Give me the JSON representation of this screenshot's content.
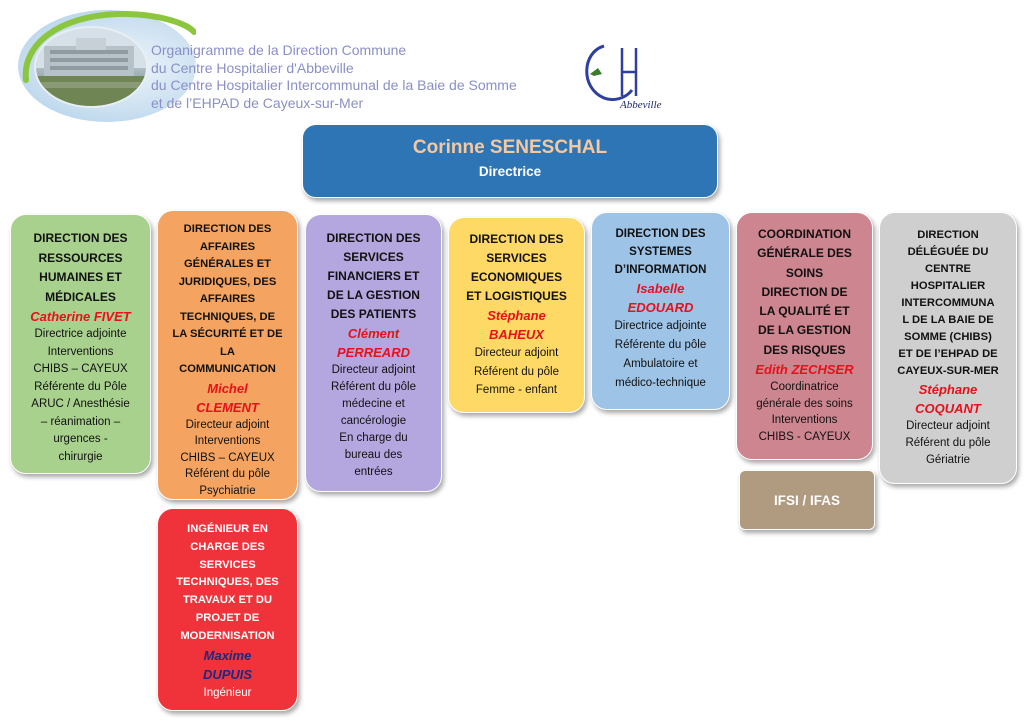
{
  "header": {
    "title_lines": [
      "Organigramme de la Direction Commune",
      "du Centre Hospitalier d'Abbeville",
      "du Centre Hospitalier Intercommunal de la Baie de Somme",
      "et de l’EHPAD de Cayeux-sur-Mer"
    ],
    "logo_text": "Abbeville",
    "colors": {
      "title": "#8a8fc7"
    }
  },
  "director": {
    "name": "Corinne SENESCHAL",
    "title": "Directrice",
    "color": "#2e75b6"
  },
  "boxes": [
    {
      "id": "rh",
      "color": "#a9d18e",
      "heading": [
        "DIRECTION DES",
        "RESSOURCES",
        "HUMAINES ET",
        "MÉDICALES"
      ],
      "name": [
        "Catherine FIVET"
      ],
      "details": [
        "Directrice adjointe",
        "Interventions",
        "CHIBS – CAYEUX",
        "Référente du Pôle",
        "ARUC / Anesthésie",
        "– réanimation –",
        "urgences -",
        "chirurgie"
      ]
    },
    {
      "id": "affaires-generales",
      "color": "#f4a460",
      "heading": [
        "DIRECTION DES",
        "AFFAIRES",
        "GÉNÉRALES ET",
        "JURIDIQUES, DES",
        "AFFAIRES",
        "TECHNIQUES, DE",
        "LA SÉCURITÉ ET DE",
        "LA",
        "COMMUNICATION"
      ],
      "name": [
        "Michel",
        "CLEMENT"
      ],
      "details": [
        "Directeur adjoint",
        "Interventions",
        "CHIBS – CAYEUX",
        "Référent du pôle",
        "Psychiatrie"
      ]
    },
    {
      "id": "finances",
      "color": "#b4a7e0",
      "heading": [
        "DIRECTION DES",
        "SERVICES",
        "FINANCIERS ET",
        "DE LA GESTION",
        "DES PATIENTS"
      ],
      "name": [
        "Clément",
        "PERREARD"
      ],
      "details": [
        "Directeur adjoint",
        "Référent du pôle",
        "médecine et",
        "cancérologie",
        "En charge du",
        "bureau des",
        "entrées"
      ]
    },
    {
      "id": "economiques",
      "color": "#ffd966",
      "heading": [
        "DIRECTION DES",
        "SERVICES",
        "ECONOMIQUES",
        "ET LOGISTIQUES"
      ],
      "name": [
        "Stéphane",
        "BAHEUX"
      ],
      "details": [
        "Directeur adjoint",
        "Référent du pôle",
        "Femme - enfant"
      ]
    },
    {
      "id": "si",
      "color": "#9dc3e6",
      "heading": [
        "DIRECTION DES",
        "SYSTEMES",
        "D’INFORMATION"
      ],
      "name": [
        "Isabelle",
        "EDOUARD"
      ],
      "details": [
        "Directrice adjointe",
        "Référente du pôle",
        "Ambulatoire et",
        "médico-technique"
      ]
    },
    {
      "id": "soins",
      "color": "#cd8590",
      "heading": [
        "COORDINATION",
        "GÉNÉRALE DES",
        "SOINS",
        "DIRECTION DE",
        "LA QUALITÉ ET",
        "DE LA GESTION",
        "DES RISQUES"
      ],
      "name": [
        "Edith ZECHSER"
      ],
      "details": [
        "Coordinatrice",
        "générale des soins",
        "Interventions",
        "CHIBS - CAYEUX"
      ]
    },
    {
      "id": "chibs",
      "color": "#cfcfcf",
      "heading": [
        "DIRECTION",
        "DÉLÉGUÉE DU",
        "CENTRE",
        "HOSPITALIER",
        "INTERCOMMUNA",
        "L DE LA BAIE DE",
        "SOMME (CHIBS)",
        "ET DE l’EHPAD DE",
        "CAYEUX-SUR-MER"
      ],
      "name": [
        "Stéphane",
        "COQUANT"
      ],
      "details": [
        "Directeur adjoint",
        "Référent du pôle",
        "Gériatrie"
      ]
    },
    {
      "id": "ingenieur",
      "color": "#f0323a",
      "heading": [
        "INGÉNIEUR EN",
        "CHARGE DES",
        "SERVICES",
        "TECHNIQUES, DES",
        "TRAVAUX ET DU",
        "PROJET DE",
        "MODERNISATION"
      ],
      "name": [
        "Maxime",
        "DUPUIS"
      ],
      "details": [
        "Ingénieur"
      ]
    },
    {
      "id": "ifsi",
      "color": "#b09b81",
      "heading": [
        "IFSI / IFAS"
      ],
      "name": [],
      "details": []
    }
  ]
}
